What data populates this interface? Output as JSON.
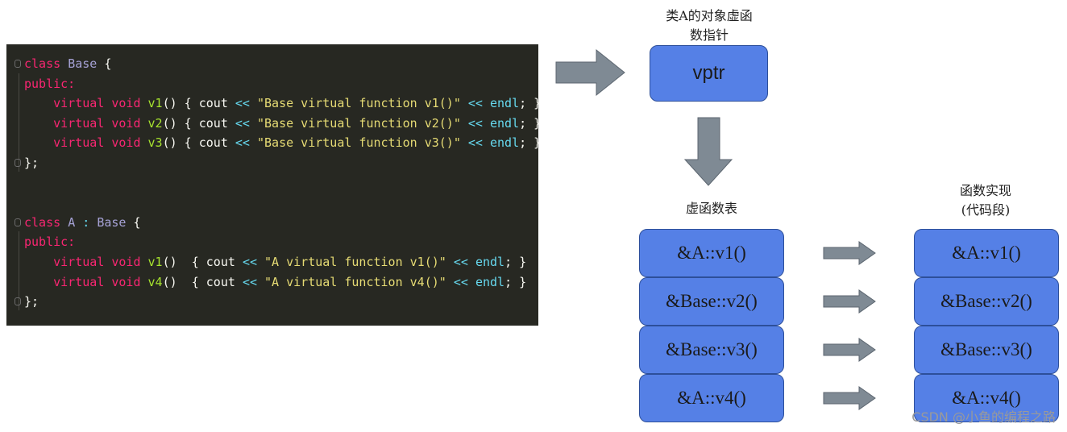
{
  "code": {
    "lines": [
      {
        "y": 0,
        "tokens": [
          [
            "kw",
            "class"
          ],
          [
            "punc",
            " "
          ],
          [
            "cls",
            "Base"
          ],
          [
            "punc",
            " {"
          ]
        ]
      },
      {
        "y": 1,
        "tokens": [
          [
            "kw",
            "public:"
          ]
        ]
      },
      {
        "y": 2,
        "tokens": [
          [
            "punc",
            "    "
          ],
          [
            "kw",
            "virtual void "
          ],
          [
            "fn",
            "v1"
          ],
          [
            "punc",
            "() { cout "
          ],
          [
            "op",
            "<<"
          ],
          [
            "punc",
            " "
          ],
          [
            "str",
            "\"Base virtual function v1()\""
          ],
          [
            "punc",
            " "
          ],
          [
            "op",
            "<<"
          ],
          [
            "punc",
            " "
          ],
          [
            "endl",
            "endl"
          ],
          [
            "punc",
            "; }"
          ]
        ]
      },
      {
        "y": 3,
        "tokens": [
          [
            "punc",
            "    "
          ],
          [
            "kw",
            "virtual void "
          ],
          [
            "fn",
            "v2"
          ],
          [
            "punc",
            "() { cout "
          ],
          [
            "op",
            "<<"
          ],
          [
            "punc",
            " "
          ],
          [
            "str",
            "\"Base virtual function v2()\""
          ],
          [
            "punc",
            " "
          ],
          [
            "op",
            "<<"
          ],
          [
            "punc",
            " "
          ],
          [
            "endl",
            "endl"
          ],
          [
            "punc",
            "; }"
          ]
        ]
      },
      {
        "y": 4,
        "tokens": [
          [
            "punc",
            "    "
          ],
          [
            "kw",
            "virtual void "
          ],
          [
            "fn",
            "v3"
          ],
          [
            "punc",
            "() { cout "
          ],
          [
            "op",
            "<<"
          ],
          [
            "punc",
            " "
          ],
          [
            "str",
            "\"Base virtual function v3()\""
          ],
          [
            "punc",
            " "
          ],
          [
            "op",
            "<<"
          ],
          [
            "punc",
            " "
          ],
          [
            "endl",
            "endl"
          ],
          [
            "punc",
            "; }"
          ]
        ]
      },
      {
        "y": 5,
        "tokens": [
          [
            "punc",
            "};"
          ]
        ]
      },
      {
        "y": 8,
        "tokens": [
          [
            "kw",
            "class"
          ],
          [
            "punc",
            " "
          ],
          [
            "cls",
            "A"
          ],
          [
            "op",
            " :"
          ],
          [
            "punc",
            " "
          ],
          [
            "cls",
            "Base"
          ],
          [
            "punc",
            " {"
          ]
        ]
      },
      {
        "y": 9,
        "tokens": [
          [
            "kw",
            "public:"
          ]
        ]
      },
      {
        "y": 10,
        "tokens": [
          [
            "punc",
            "    "
          ],
          [
            "kw",
            "virtual void "
          ],
          [
            "fn",
            "v1"
          ],
          [
            "punc",
            "()  { cout "
          ],
          [
            "op",
            "<<"
          ],
          [
            "punc",
            " "
          ],
          [
            "str",
            "\"A virtual function v1()\""
          ],
          [
            "punc",
            " "
          ],
          [
            "op",
            "<<"
          ],
          [
            "punc",
            " "
          ],
          [
            "endl",
            "endl"
          ],
          [
            "punc",
            "; }"
          ]
        ]
      },
      {
        "y": 11,
        "tokens": [
          [
            "punc",
            "    "
          ],
          [
            "kw",
            "virtual void "
          ],
          [
            "fn",
            "v4"
          ],
          [
            "punc",
            "()  { cout "
          ],
          [
            "op",
            "<<"
          ],
          [
            "punc",
            " "
          ],
          [
            "str",
            "\"A virtual function v4()\""
          ],
          [
            "punc",
            " "
          ],
          [
            "op",
            "<<"
          ],
          [
            "punc",
            " "
          ],
          [
            "endl",
            "endl"
          ],
          [
            "punc",
            "; }"
          ]
        ]
      },
      {
        "y": 12,
        "tokens": [
          [
            "punc",
            "};"
          ]
        ]
      }
    ]
  },
  "diagram": {
    "vptr_caption_line1": "类A的对象虚函",
    "vptr_caption_line2": "数指针",
    "vptr_label": "vptr",
    "vtable_caption": "虚函数表",
    "impl_caption_line1": "函数实现",
    "impl_caption_line2": "(代码段)",
    "vtable_entries": [
      "&A::v1()",
      "&Base::v2()",
      "&Base::v3()",
      "&A::v4()"
    ],
    "impl_entries": [
      "&A::v1()",
      "&Base::v2()",
      "&Base::v3()",
      "&A::v4()"
    ]
  },
  "colors": {
    "box_fill": "#5580e6",
    "arrow_fill": "#7f8a94",
    "code_bg": "#272822"
  },
  "watermark": "CSDN @小鱼的编程之路"
}
